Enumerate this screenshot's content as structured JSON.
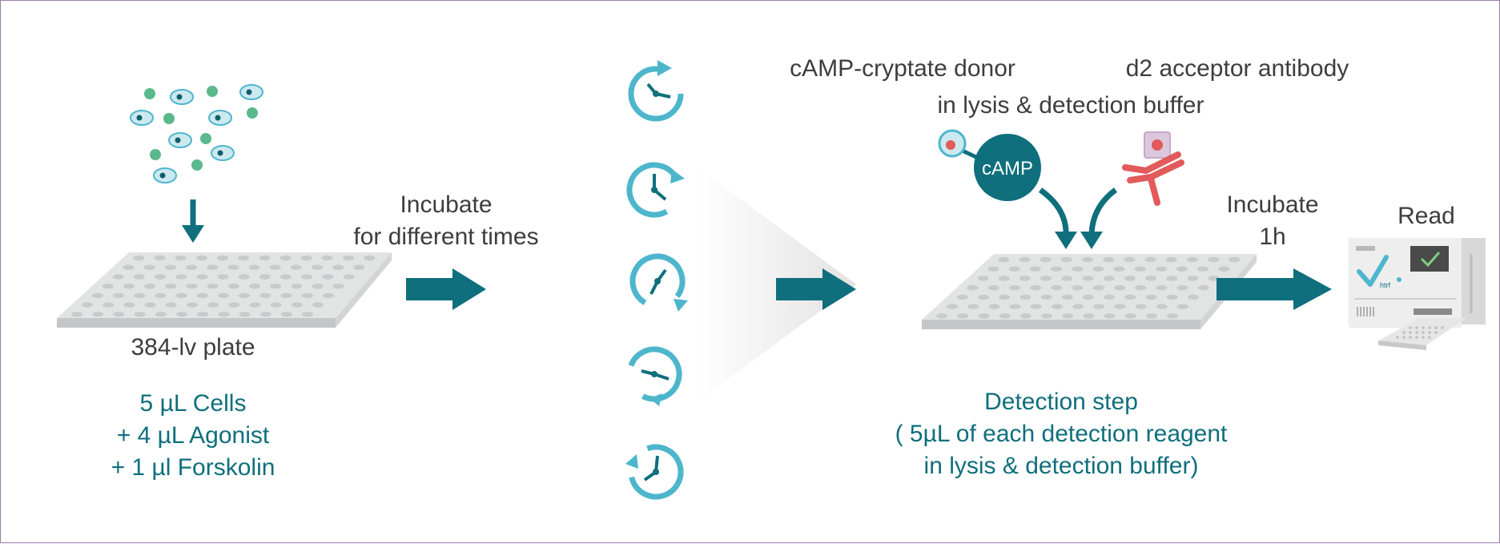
{
  "step1": {
    "plate_label": "384-lv plate",
    "recipe": [
      "5 µL Cells",
      "+ 4 µL Agonist",
      "+ 1 µl Forskolin"
    ]
  },
  "step2": {
    "incubate_line1": "Incubate",
    "incubate_line2": "for different times"
  },
  "step3": {
    "donor_label": "cAMP-cryptate donor",
    "acceptor_label": "d2 acceptor antibody",
    "buffer_label": "in lysis & detection buffer",
    "camp_text": "cAMP",
    "detection_lines": [
      "Detection step",
      "( 5µL of each detection reagent",
      "in lysis & detection buffer)"
    ]
  },
  "step4": {
    "incubate_line1": "Incubate",
    "incubate_line2": "1h",
    "read_label": "Read",
    "reader_logo": "htrf"
  },
  "colors": {
    "teal_dark": "#0f6f7c",
    "teal_light": "#4db6cc",
    "cell_green": "#5bb88c",
    "cell_fill": "#cde9f0",
    "plate_top": "#e2e4e4",
    "plate_well": "#c8cbcb",
    "antibody_red": "#e25a5a",
    "frame_purple": "#9b7fb0",
    "text_gray": "#3d3d3d"
  }
}
